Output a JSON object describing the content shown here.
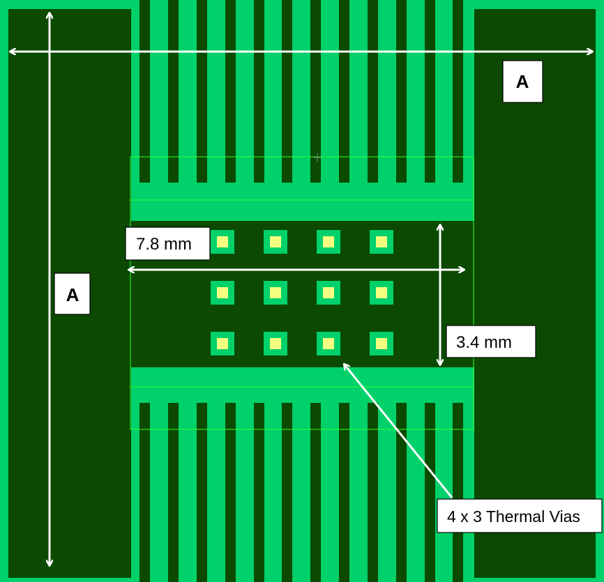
{
  "colors": {
    "board_bright": "#00d16a",
    "copper_dark": "#0b4a00",
    "via_ring": "#00d16a",
    "via_core": "#f5ff80",
    "outline": "#33ff33",
    "arrow": "#ffffff",
    "label_bg": "#ffffff",
    "label_text": "#000000"
  },
  "labels": {
    "a_horizontal": "A",
    "a_vertical": "A",
    "width_dim": "7.8 mm",
    "height_dim": "3.4 mm",
    "vias_callout": "4 x 3 Thermal Vias"
  },
  "vias": {
    "columns": 4,
    "rows": 3
  }
}
